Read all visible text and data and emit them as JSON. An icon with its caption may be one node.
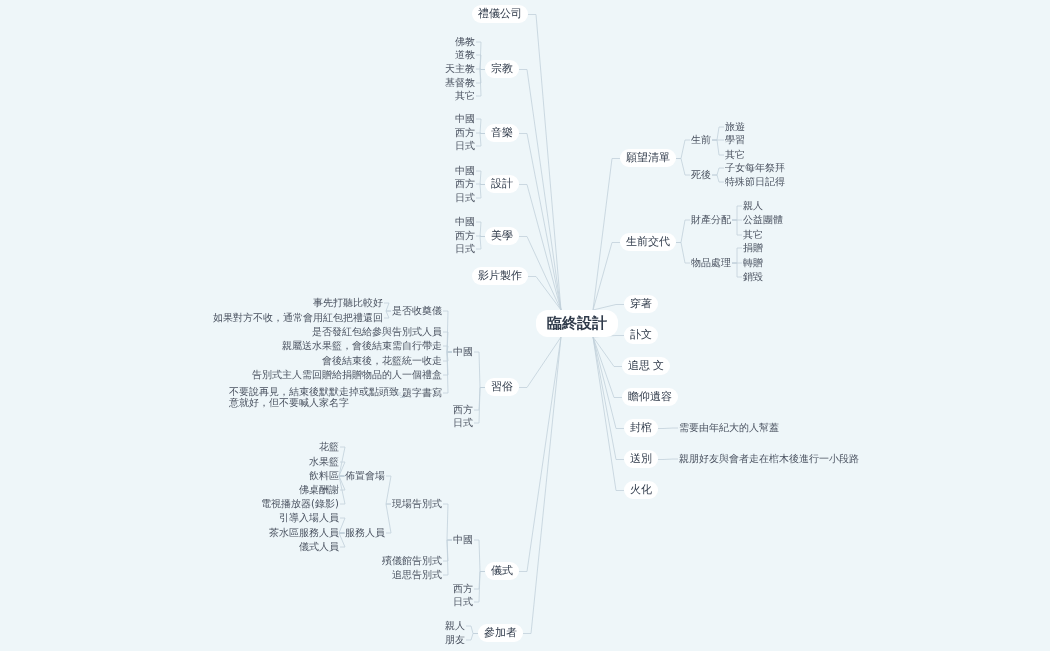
{
  "diagram": {
    "nodes": [
      {
        "text": [
          "臨終設計"
        ]
      },
      {
        "text": [
          "禮儀公司"
        ]
      },
      {
        "text": [
          "宗教"
        ]
      },
      {
        "text": [
          "佛教"
        ]
      },
      {
        "text": [
          "道教"
        ]
      },
      {
        "text": [
          "天主教"
        ]
      },
      {
        "text": [
          "基督教"
        ]
      },
      {
        "text": [
          "其它"
        ]
      },
      {
        "text": [
          "音樂"
        ]
      },
      {
        "text": [
          "中國"
        ]
      },
      {
        "text": [
          "西方"
        ]
      },
      {
        "text": [
          "日式"
        ]
      },
      {
        "text": [
          "設計"
        ]
      },
      {
        "text": [
          "中國"
        ]
      },
      {
        "text": [
          "西方"
        ]
      },
      {
        "text": [
          "日式"
        ]
      },
      {
        "text": [
          "美學"
        ]
      },
      {
        "text": [
          "中國"
        ]
      },
      {
        "text": [
          "西方"
        ]
      },
      {
        "text": [
          "日式"
        ]
      },
      {
        "text": [
          "影片製作"
        ]
      },
      {
        "text": [
          "習俗"
        ]
      },
      {
        "text": [
          "中國"
        ]
      },
      {
        "text": [
          "是否收奠儀"
        ]
      },
      {
        "text": [
          "事先打聽比較好"
        ]
      },
      {
        "text": [
          "如果對方不收，通常會用紅包把禮還回"
        ]
      },
      {
        "text": [
          "是否發紅包給參與告別式人員"
        ]
      },
      {
        "text": [
          "親屬送水果籃，會後結束需自行帶走"
        ]
      },
      {
        "text": [
          "會後結束後，花籃統一收走"
        ]
      },
      {
        "text": [
          "告別式主人需回贈給捐贈物品的人一個禮盒"
        ]
      },
      {
        "text": [
          "題字書寫"
        ]
      },
      {
        "text": [
          "不要說再見，結束後默默走掉或點頭致意就好，但不要喊人家名字"
        ]
      },
      {
        "text": [
          "西方"
        ]
      },
      {
        "text": [
          "日式"
        ]
      },
      {
        "text": [
          "儀式"
        ]
      },
      {
        "text": [
          "中國"
        ]
      },
      {
        "text": [
          "現場告別式"
        ]
      },
      {
        "text": [
          "佈置會場"
        ]
      },
      {
        "text": [
          "花籃"
        ]
      },
      {
        "text": [
          "水果籃"
        ]
      },
      {
        "text": [
          "飲料區"
        ]
      },
      {
        "text": [
          "佛桌酬謝"
        ]
      },
      {
        "text": [
          "電視播放器(錄影)"
        ]
      },
      {
        "text": [
          "服務人員"
        ]
      },
      {
        "text": [
          "引導入場人員"
        ]
      },
      {
        "text": [
          "茶水區服務人員"
        ]
      },
      {
        "text": [
          "儀式人員"
        ]
      },
      {
        "text": [
          "殯儀館告別式"
        ]
      },
      {
        "text": [
          "追思告別式"
        ]
      },
      {
        "text": [
          "西方"
        ]
      },
      {
        "text": [
          "日式"
        ]
      },
      {
        "text": [
          "參加者"
        ]
      },
      {
        "text": [
          "親人"
        ]
      },
      {
        "text": [
          "朋友"
        ]
      },
      {
        "text": [
          "願望清單"
        ]
      },
      {
        "text": [
          "生前"
        ]
      },
      {
        "text": [
          "旅遊"
        ]
      },
      {
        "text": [
          "學習"
        ]
      },
      {
        "text": [
          "其它"
        ]
      },
      {
        "text": [
          "死後"
        ]
      },
      {
        "text": [
          "子女每年祭拜"
        ]
      },
      {
        "text": [
          "特殊節日記得"
        ]
      },
      {
        "text": [
          "生前交代"
        ]
      },
      {
        "text": [
          "財產分配"
        ]
      },
      {
        "text": [
          "親人"
        ]
      },
      {
        "text": [
          "公益團體"
        ]
      },
      {
        "text": [
          "其它"
        ]
      },
      {
        "text": [
          "物品處理"
        ]
      },
      {
        "text": [
          "捐贈"
        ]
      },
      {
        "text": [
          "轉贈"
        ]
      },
      {
        "text": [
          "銷毀"
        ]
      },
      {
        "text": [
          "穿著"
        ]
      },
      {
        "text": [
          "訃文"
        ]
      },
      {
        "text": [
          "追思 文"
        ]
      },
      {
        "text": [
          "瞻仰遺容"
        ]
      },
      {
        "text": [
          "封棺"
        ]
      },
      {
        "text": [
          "需要由年紀大的人幫蓋"
        ]
      },
      {
        "text": [
          "送別"
        ]
      },
      {
        "text": [
          "親朋好友與會者走在棺木後進行一小段路"
        ]
      },
      {
        "text": [
          "火化"
        ]
      }
    ],
    "edges": [
      {
        "from": 0,
        "to": 1,
        "arrow": "none"
      },
      {
        "from": 0,
        "to": 2,
        "arrow": "none"
      },
      {
        "from": 2,
        "to": 3,
        "arrow": "none"
      },
      {
        "from": 2,
        "to": 4,
        "arrow": "none"
      },
      {
        "from": 2,
        "to": 5,
        "arrow": "none"
      },
      {
        "from": 2,
        "to": 6,
        "arrow": "none"
      },
      {
        "from": 2,
        "to": 7,
        "arrow": "none"
      },
      {
        "from": 0,
        "to": 8,
        "arrow": "none"
      },
      {
        "from": 8,
        "to": 9,
        "arrow": "none"
      },
      {
        "from": 8,
        "to": 10,
        "arrow": "none"
      },
      {
        "from": 8,
        "to": 11,
        "arrow": "none"
      },
      {
        "from": 0,
        "to": 12,
        "arrow": "none"
      },
      {
        "from": 12,
        "to": 13,
        "arrow": "none"
      },
      {
        "from": 12,
        "to": 14,
        "arrow": "none"
      },
      {
        "from": 12,
        "to": 15,
        "arrow": "none"
      },
      {
        "from": 0,
        "to": 16,
        "arrow": "none"
      },
      {
        "from": 16,
        "to": 17,
        "arrow": "none"
      },
      {
        "from": 16,
        "to": 18,
        "arrow": "none"
      },
      {
        "from": 16,
        "to": 19,
        "arrow": "none"
      },
      {
        "from": 0,
        "to": 20,
        "arrow": "none"
      },
      {
        "from": 0,
        "to": 21,
        "arrow": "none"
      },
      {
        "from": 21,
        "to": 22,
        "arrow": "none"
      },
      {
        "from": 22,
        "to": 23,
        "arrow": "none"
      },
      {
        "from": 23,
        "to": 24,
        "arrow": "none"
      },
      {
        "from": 23,
        "to": 25,
        "arrow": "none"
      },
      {
        "from": 22,
        "to": 26,
        "arrow": "none"
      },
      {
        "from": 22,
        "to": 27,
        "arrow": "none"
      },
      {
        "from": 22,
        "to": 28,
        "arrow": "none"
      },
      {
        "from": 22,
        "to": 29,
        "arrow": "none"
      },
      {
        "from": 22,
        "to": 30,
        "arrow": "none"
      },
      {
        "from": 30,
        "to": 31,
        "arrow": "none"
      },
      {
        "from": 21,
        "to": 32,
        "arrow": "none"
      },
      {
        "from": 21,
        "to": 33,
        "arrow": "none"
      },
      {
        "from": 0,
        "to": 34,
        "arrow": "none"
      },
      {
        "from": 34,
        "to": 35,
        "arrow": "none"
      },
      {
        "from": 35,
        "to": 36,
        "arrow": "none"
      },
      {
        "from": 36,
        "to": 37,
        "arrow": "none"
      },
      {
        "from": 37,
        "to": 38,
        "arrow": "none"
      },
      {
        "from": 37,
        "to": 39,
        "arrow": "none"
      },
      {
        "from": 37,
        "to": 40,
        "arrow": "none"
      },
      {
        "from": 37,
        "to": 41,
        "arrow": "none"
      },
      {
        "from": 37,
        "to": 42,
        "arrow": "none"
      },
      {
        "from": 36,
        "to": 43,
        "arrow": "none"
      },
      {
        "from": 43,
        "to": 44,
        "arrow": "none"
      },
      {
        "from": 43,
        "to": 45,
        "arrow": "none"
      },
      {
        "from": 43,
        "to": 46,
        "arrow": "none"
      },
      {
        "from": 35,
        "to": 47,
        "arrow": "none"
      },
      {
        "from": 35,
        "to": 48,
        "arrow": "none"
      },
      {
        "from": 34,
        "to": 49,
        "arrow": "none"
      },
      {
        "from": 34,
        "to": 50,
        "arrow": "none"
      },
      {
        "from": 0,
        "to": 51,
        "arrow": "none"
      },
      {
        "from": 51,
        "to": 52,
        "arrow": "none"
      },
      {
        "from": 51,
        "to": 53,
        "arrow": "none"
      },
      {
        "from": 0,
        "to": 54,
        "arrow": "none"
      },
      {
        "from": 54,
        "to": 55,
        "arrow": "none"
      },
      {
        "from": 55,
        "to": 56,
        "arrow": "none"
      },
      {
        "from": 55,
        "to": 57,
        "arrow": "none"
      },
      {
        "from": 55,
        "to": 58,
        "arrow": "none"
      },
      {
        "from": 54,
        "to": 59,
        "arrow": "none"
      },
      {
        "from": 59,
        "to": 60,
        "arrow": "none"
      },
      {
        "from": 59,
        "to": 61,
        "arrow": "none"
      },
      {
        "from": 0,
        "to": 62,
        "arrow": "none"
      },
      {
        "from": 62,
        "to": 63,
        "arrow": "none"
      },
      {
        "from": 63,
        "to": 64,
        "arrow": "none"
      },
      {
        "from": 63,
        "to": 65,
        "arrow": "none"
      },
      {
        "from": 63,
        "to": 66,
        "arrow": "none"
      },
      {
        "from": 62,
        "to": 67,
        "arrow": "none"
      },
      {
        "from": 67,
        "to": 68,
        "arrow": "none"
      },
      {
        "from": 67,
        "to": 69,
        "arrow": "none"
      },
      {
        "from": 67,
        "to": 70,
        "arrow": "none"
      },
      {
        "from": 0,
        "to": 71,
        "arrow": "none"
      },
      {
        "from": 0,
        "to": 72,
        "arrow": "none"
      },
      {
        "from": 0,
        "to": 73,
        "arrow": "none"
      },
      {
        "from": 0,
        "to": 74,
        "arrow": "none"
      },
      {
        "from": 0,
        "to": 75,
        "arrow": "none"
      },
      {
        "from": 75,
        "to": 76,
        "arrow": "none"
      },
      {
        "from": 0,
        "to": 77,
        "arrow": "none"
      },
      {
        "from": 77,
        "to": 78,
        "arrow": "none"
      },
      {
        "from": 0,
        "to": 79,
        "arrow": "none"
      }
    ]
  }
}
